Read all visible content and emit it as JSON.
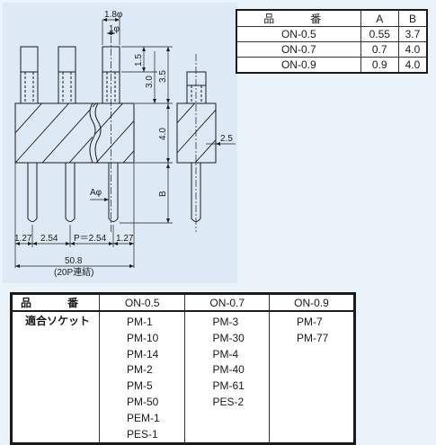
{
  "drawing": {
    "dims": {
      "d_outer": "1.8φ",
      "d_inner": "1φ",
      "h_top": "1.5",
      "h_mid": "3.0",
      "h_total": "3.5",
      "h_body": "4.0",
      "h_pin": "B",
      "pin_dia": "Aφ",
      "side_thickness": "2.5",
      "end_margin_left": "1.27",
      "pitch_a": "2.54",
      "pitch_b": "P＝2.54",
      "end_margin_right": "1.27",
      "total_length": "50.8",
      "note": "(20P連結)"
    }
  },
  "spec_table": {
    "headers": [
      "品　番",
      "A",
      "B"
    ],
    "rows": [
      [
        "ON-0.5",
        "0.55",
        "3.7"
      ],
      [
        "ON-0.7",
        "0.7",
        "4.0"
      ],
      [
        "ON-0.9",
        "0.9",
        "4.0"
      ]
    ]
  },
  "socket_table": {
    "headers": [
      "品　番",
      "ON-0.5",
      "ON-0.7",
      "ON-0.9"
    ],
    "row_label": "適合ソケット",
    "columns": [
      [
        "PM-1",
        "PM-10",
        "PM-14",
        "PM-2",
        "PM-5",
        "PM-50",
        "PEM-1",
        "PES-1"
      ],
      [
        "PM-3",
        "PM-30",
        "PM-4",
        "PM-40",
        "PM-61",
        "PES-2"
      ],
      [
        "PM-7",
        "PM-77"
      ]
    ]
  }
}
